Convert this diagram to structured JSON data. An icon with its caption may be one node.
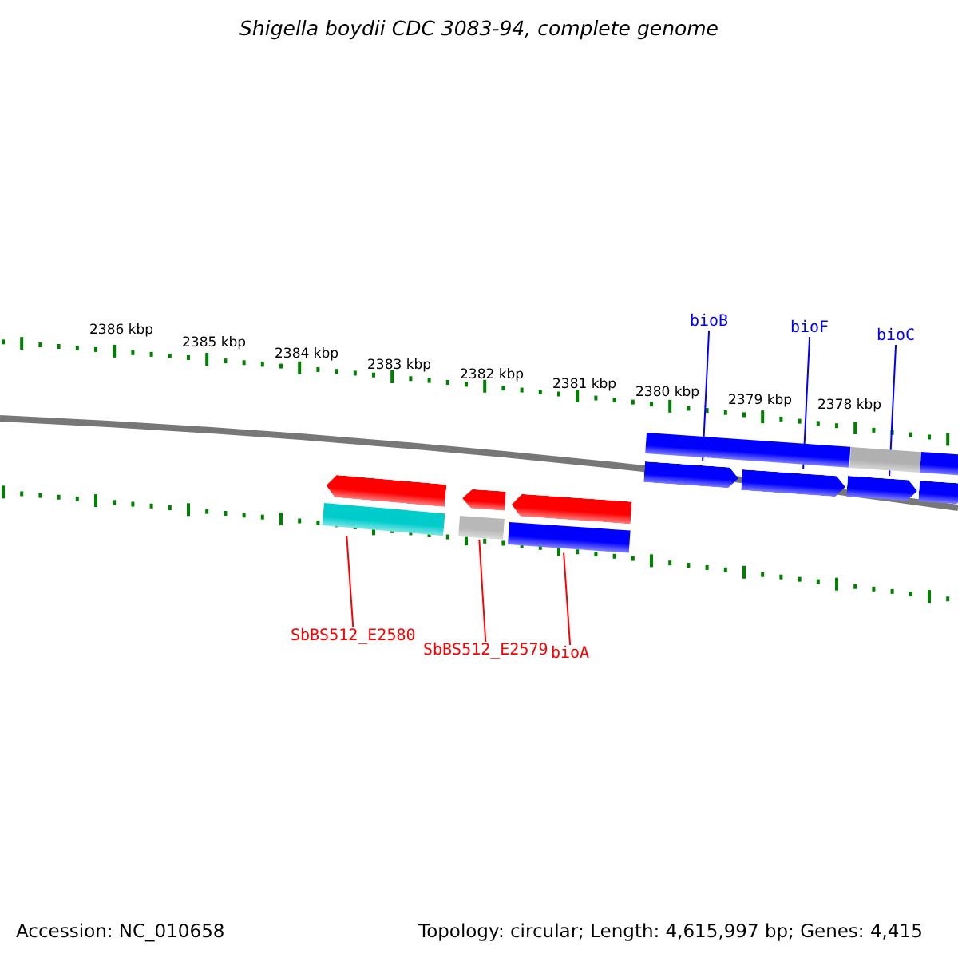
{
  "diagram": {
    "title": "Shigella boydii CDC 3083-94, complete genome",
    "nodes": [
      {
        "text": [
          "bioB"
        ]
      },
      {
        "text": [
          "bioF"
        ]
      },
      {
        "text": [
          "bioC"
        ]
      },
      {
        "text": [
          "SbBS512_E2580"
        ]
      },
      {
        "text": [
          "SbBS512_E2579"
        ]
      },
      {
        "text": [
          "bioA"
        ]
      },
      {
        "text": [],
        "shape": "bar"
      },
      {
        "text": [],
        "shape": "bar"
      },
      {
        "text": [],
        "shape": "bar"
      },
      {
        "text": [],
        "shape": "bar"
      },
      {
        "text": [],
        "shape": "bar"
      },
      {
        "text": [],
        "shape": "bar"
      },
      {
        "text": [],
        "shape": "bar"
      },
      {
        "text": [],
        "shape": "bar"
      },
      {
        "text": [],
        "shape": "bar"
      },
      {
        "text": [],
        "shape": "bar"
      },
      {
        "text": [],
        "shape": "bar"
      },
      {
        "text": [],
        "shape": "bar"
      },
      {
        "text": [],
        "shape": "bar"
      }
    ],
    "edges": [
      {
        "from": 0,
        "to": 12,
        "arrow": "none",
        "color": "#0000ff"
      },
      {
        "from": 1,
        "to": 14,
        "arrow": "none",
        "color": "#0000ff"
      },
      {
        "from": 2,
        "to": 15,
        "arrow": "none",
        "color": "#0000ff"
      },
      {
        "from": 3,
        "to": 6,
        "arrow": "none",
        "color": "#ff0000"
      },
      {
        "from": 4,
        "to": 8,
        "arrow": "none",
        "color": "#ff0000"
      },
      {
        "from": 5,
        "to": 10,
        "arrow": "none",
        "color": "#ff0000"
      }
    ],
    "labels": [
      "2386 kbp",
      "2385 kbp",
      "2384 kbp",
      "2383 kbp",
      "2382 kbp",
      "2381 kbp",
      "2380 kbp",
      "2379 kbp",
      "2378 kbp",
      "Accession: NC_010658",
      "Topology: circular; Length: 4,615,997 bp; Genes: 4,415"
    ]
  }
}
